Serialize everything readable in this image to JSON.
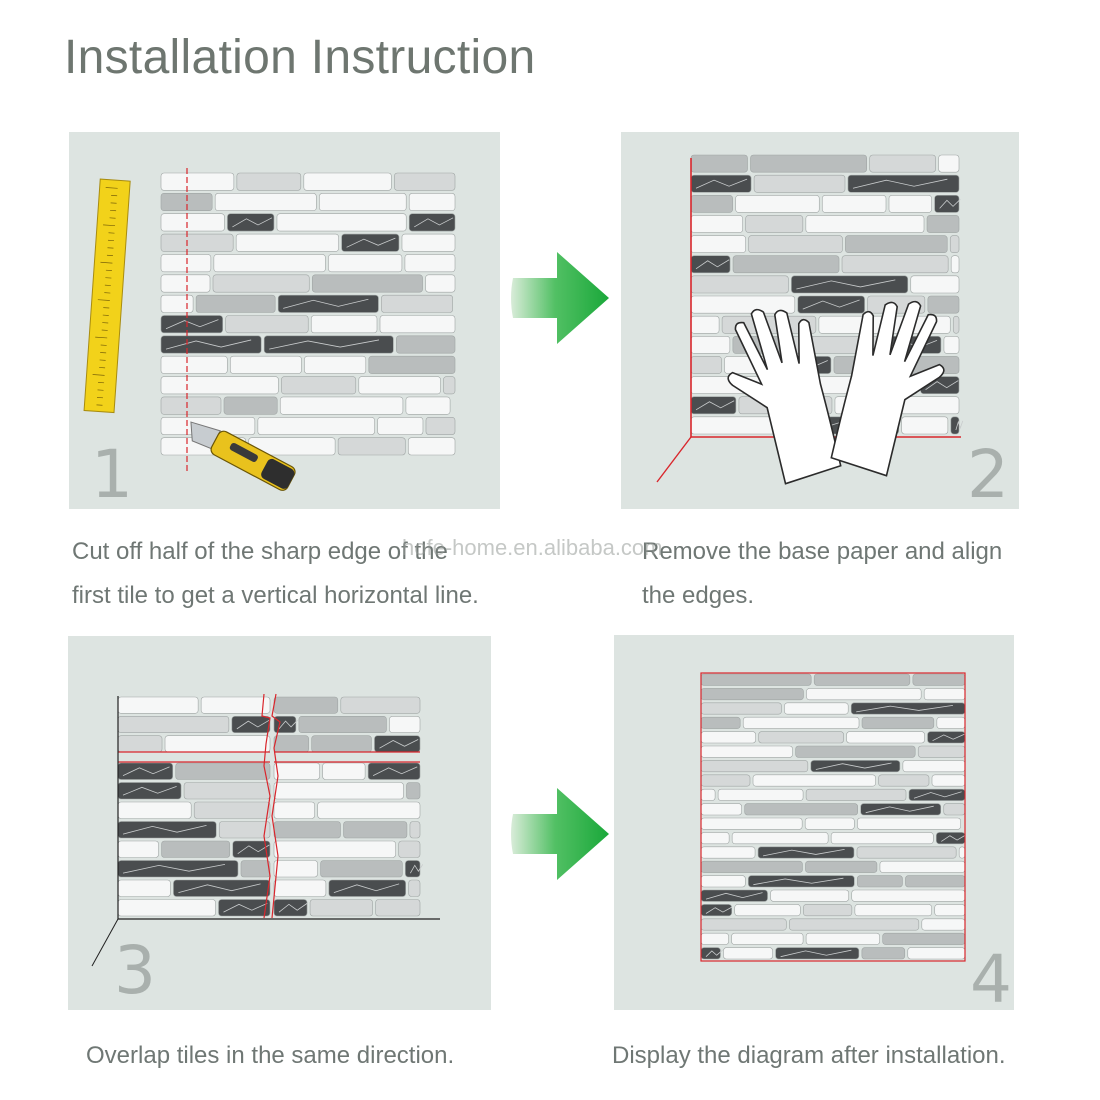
{
  "page": {
    "title": "Installation Instruction",
    "watermark": "hofe-home.en.alibaba.com"
  },
  "colors": {
    "panel_bg": "#dde4e1",
    "arrow_green": "#2fb24a",
    "guide_red": "#d9262c",
    "tile_white": "#f6f7f7",
    "tile_light": "#d5d8d8",
    "tile_grey": "#b9bdbd",
    "tile_dark": "#4a4d4f",
    "ruler_yellow": "#f2d21a"
  },
  "steps": [
    {
      "number": "1",
      "caption_line1": "Cut off half of the sharp edge of the",
      "caption_line2": "first tile to get a vertical horizontal line.",
      "icons": [
        "ruler-icon",
        "utility-knife-icon"
      ]
    },
    {
      "number": "2",
      "caption_line1": "Remove the base paper and align",
      "caption_line2": "the edges.",
      "icons": [
        "hands-icon"
      ]
    },
    {
      "number": "3",
      "caption_line1": "Overlap tiles in the same direction.",
      "caption_line2": ""
    },
    {
      "number": "4",
      "caption_line1": "Display the diagram after installation.",
      "caption_line2": ""
    }
  ],
  "arrows": [
    "arrow-right-icon",
    "arrow-right-icon"
  ]
}
